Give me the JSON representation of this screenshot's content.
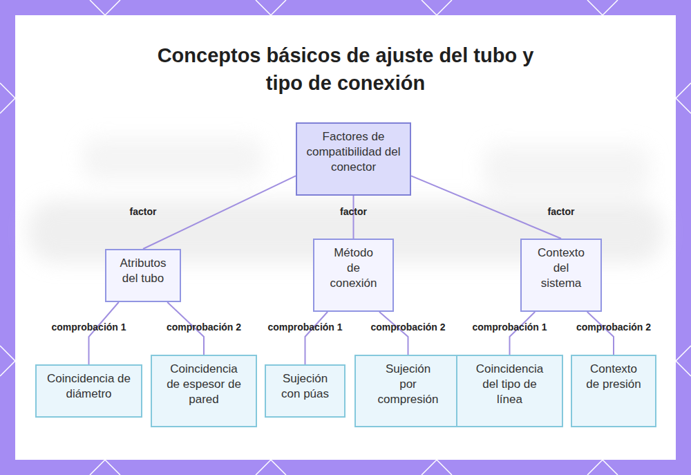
{
  "diagram": {
    "title": "Conceptos básicos de ajuste del tubo y tipo de conexión",
    "nodes": [
      {
        "text": [
          "Factores de compatibilidad del conector"
        ]
      },
      {
        "text": [
          "Atributos del tubo"
        ]
      },
      {
        "text": [
          "Método de conexión"
        ]
      },
      {
        "text": [
          "Contexto del sistema"
        ]
      },
      {
        "text": [
          "Coincidencia de diámetro"
        ]
      },
      {
        "text": [
          "Coincidencia de espesor de pared"
        ]
      },
      {
        "text": [
          "Sujeción con púas"
        ]
      },
      {
        "text": [
          "Sujeción por compresión"
        ]
      },
      {
        "text": [
          "Coincidencia del tipo de línea"
        ]
      },
      {
        "text": [
          "Contexto de presión"
        ]
      }
    ],
    "edges": [
      {
        "from": 0,
        "to": 1,
        "label": "factor",
        "arrow": "none"
      },
      {
        "from": 0,
        "to": 2,
        "label": "factor",
        "arrow": "none"
      },
      {
        "from": 0,
        "to": 3,
        "label": "factor",
        "arrow": "none"
      },
      {
        "from": 1,
        "to": 4,
        "label": "comprobación 1",
        "arrow": "none"
      },
      {
        "from": 1,
        "to": 5,
        "label": "comprobación 2",
        "arrow": "none"
      },
      {
        "from": 2,
        "to": 6,
        "label": "comprobación 1",
        "arrow": "none"
      },
      {
        "from": 2,
        "to": 7,
        "label": "comprobación 2",
        "arrow": "none"
      },
      {
        "from": 3,
        "to": 8,
        "label": "comprobación 1",
        "arrow": "none"
      },
      {
        "from": 3,
        "to": 9,
        "label": "comprobación 2",
        "arrow": "none"
      }
    ]
  }
}
